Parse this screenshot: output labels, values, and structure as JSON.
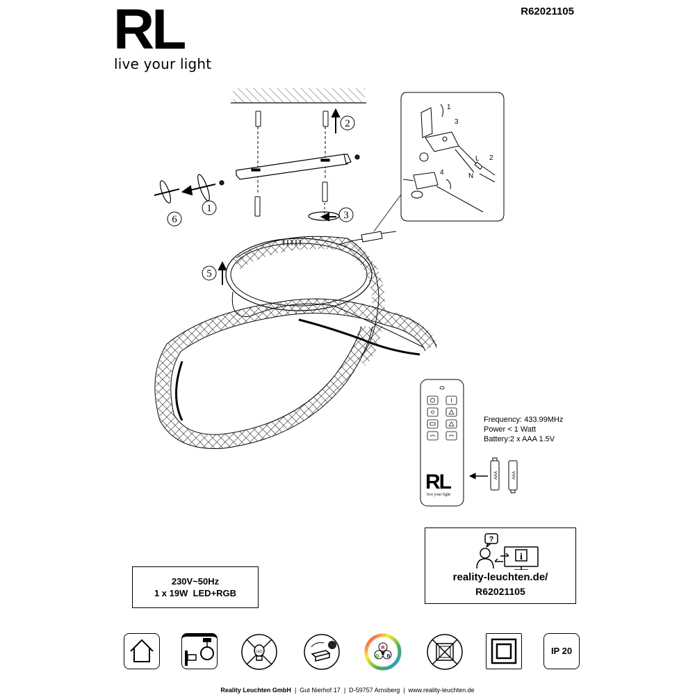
{
  "brand": {
    "mark": "RL",
    "tagline": "live your light"
  },
  "product_code": "R62021105",
  "steps": [
    "1",
    "2",
    "3",
    "4",
    "5",
    "6"
  ],
  "detail_labels": {
    "numbers": [
      "1",
      "2",
      "3",
      "4"
    ],
    "live": "L",
    "neutral": "N"
  },
  "remote": {
    "brand_mark": "RL",
    "brand_tagline": "live your light",
    "battery_label": "AAA",
    "specs": {
      "frequency": "Frequency: 433.99MHz",
      "power": "Power < 1 Watt",
      "battery": "Battery:2 x AAA 1.5V"
    }
  },
  "rating": {
    "voltage": "230V~50Hz",
    "lamp": "1 x 19W  LED+RGB"
  },
  "web": {
    "url": "reality-leuchten.de/",
    "code": "R62021105"
  },
  "symbols": {
    "icons": [
      "indoor-use-icon",
      "ceiling-mount-icon",
      "led-not-replaceable-icon",
      "driver-separate-icon",
      "rgb-icon",
      "no-cover-icon",
      "protection-class-ii-icon"
    ],
    "rgb_letters": [
      "R",
      "G",
      "B",
      "W"
    ],
    "ip_rating": "IP 20"
  },
  "footer": {
    "company": "Reality Leuchten GmbH",
    "address": "Gut Nierhof 17",
    "city": "D-59757 Arnsberg",
    "website": "www.reality-leuchten.de"
  }
}
